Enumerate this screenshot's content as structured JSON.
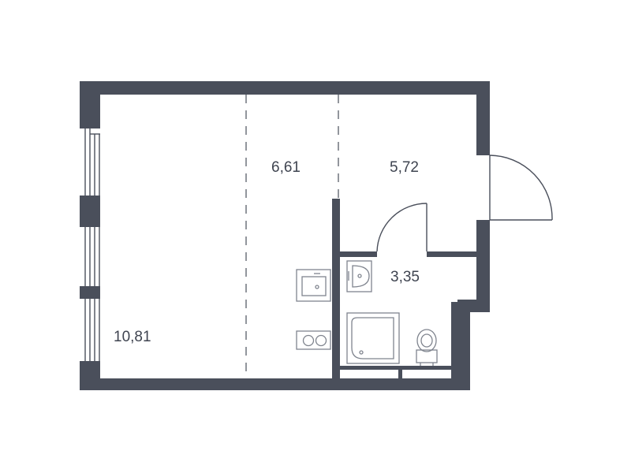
{
  "plan": {
    "colors": {
      "wall": "#4a4f5b",
      "fixture": "#7f848e",
      "text": "#3f4450"
    },
    "rooms": [
      {
        "id": "living",
        "area": "10,81"
      },
      {
        "id": "kitchen",
        "area": "6,61"
      },
      {
        "id": "hall",
        "area": "5,72"
      },
      {
        "id": "bathroom",
        "area": "3,35"
      }
    ]
  }
}
